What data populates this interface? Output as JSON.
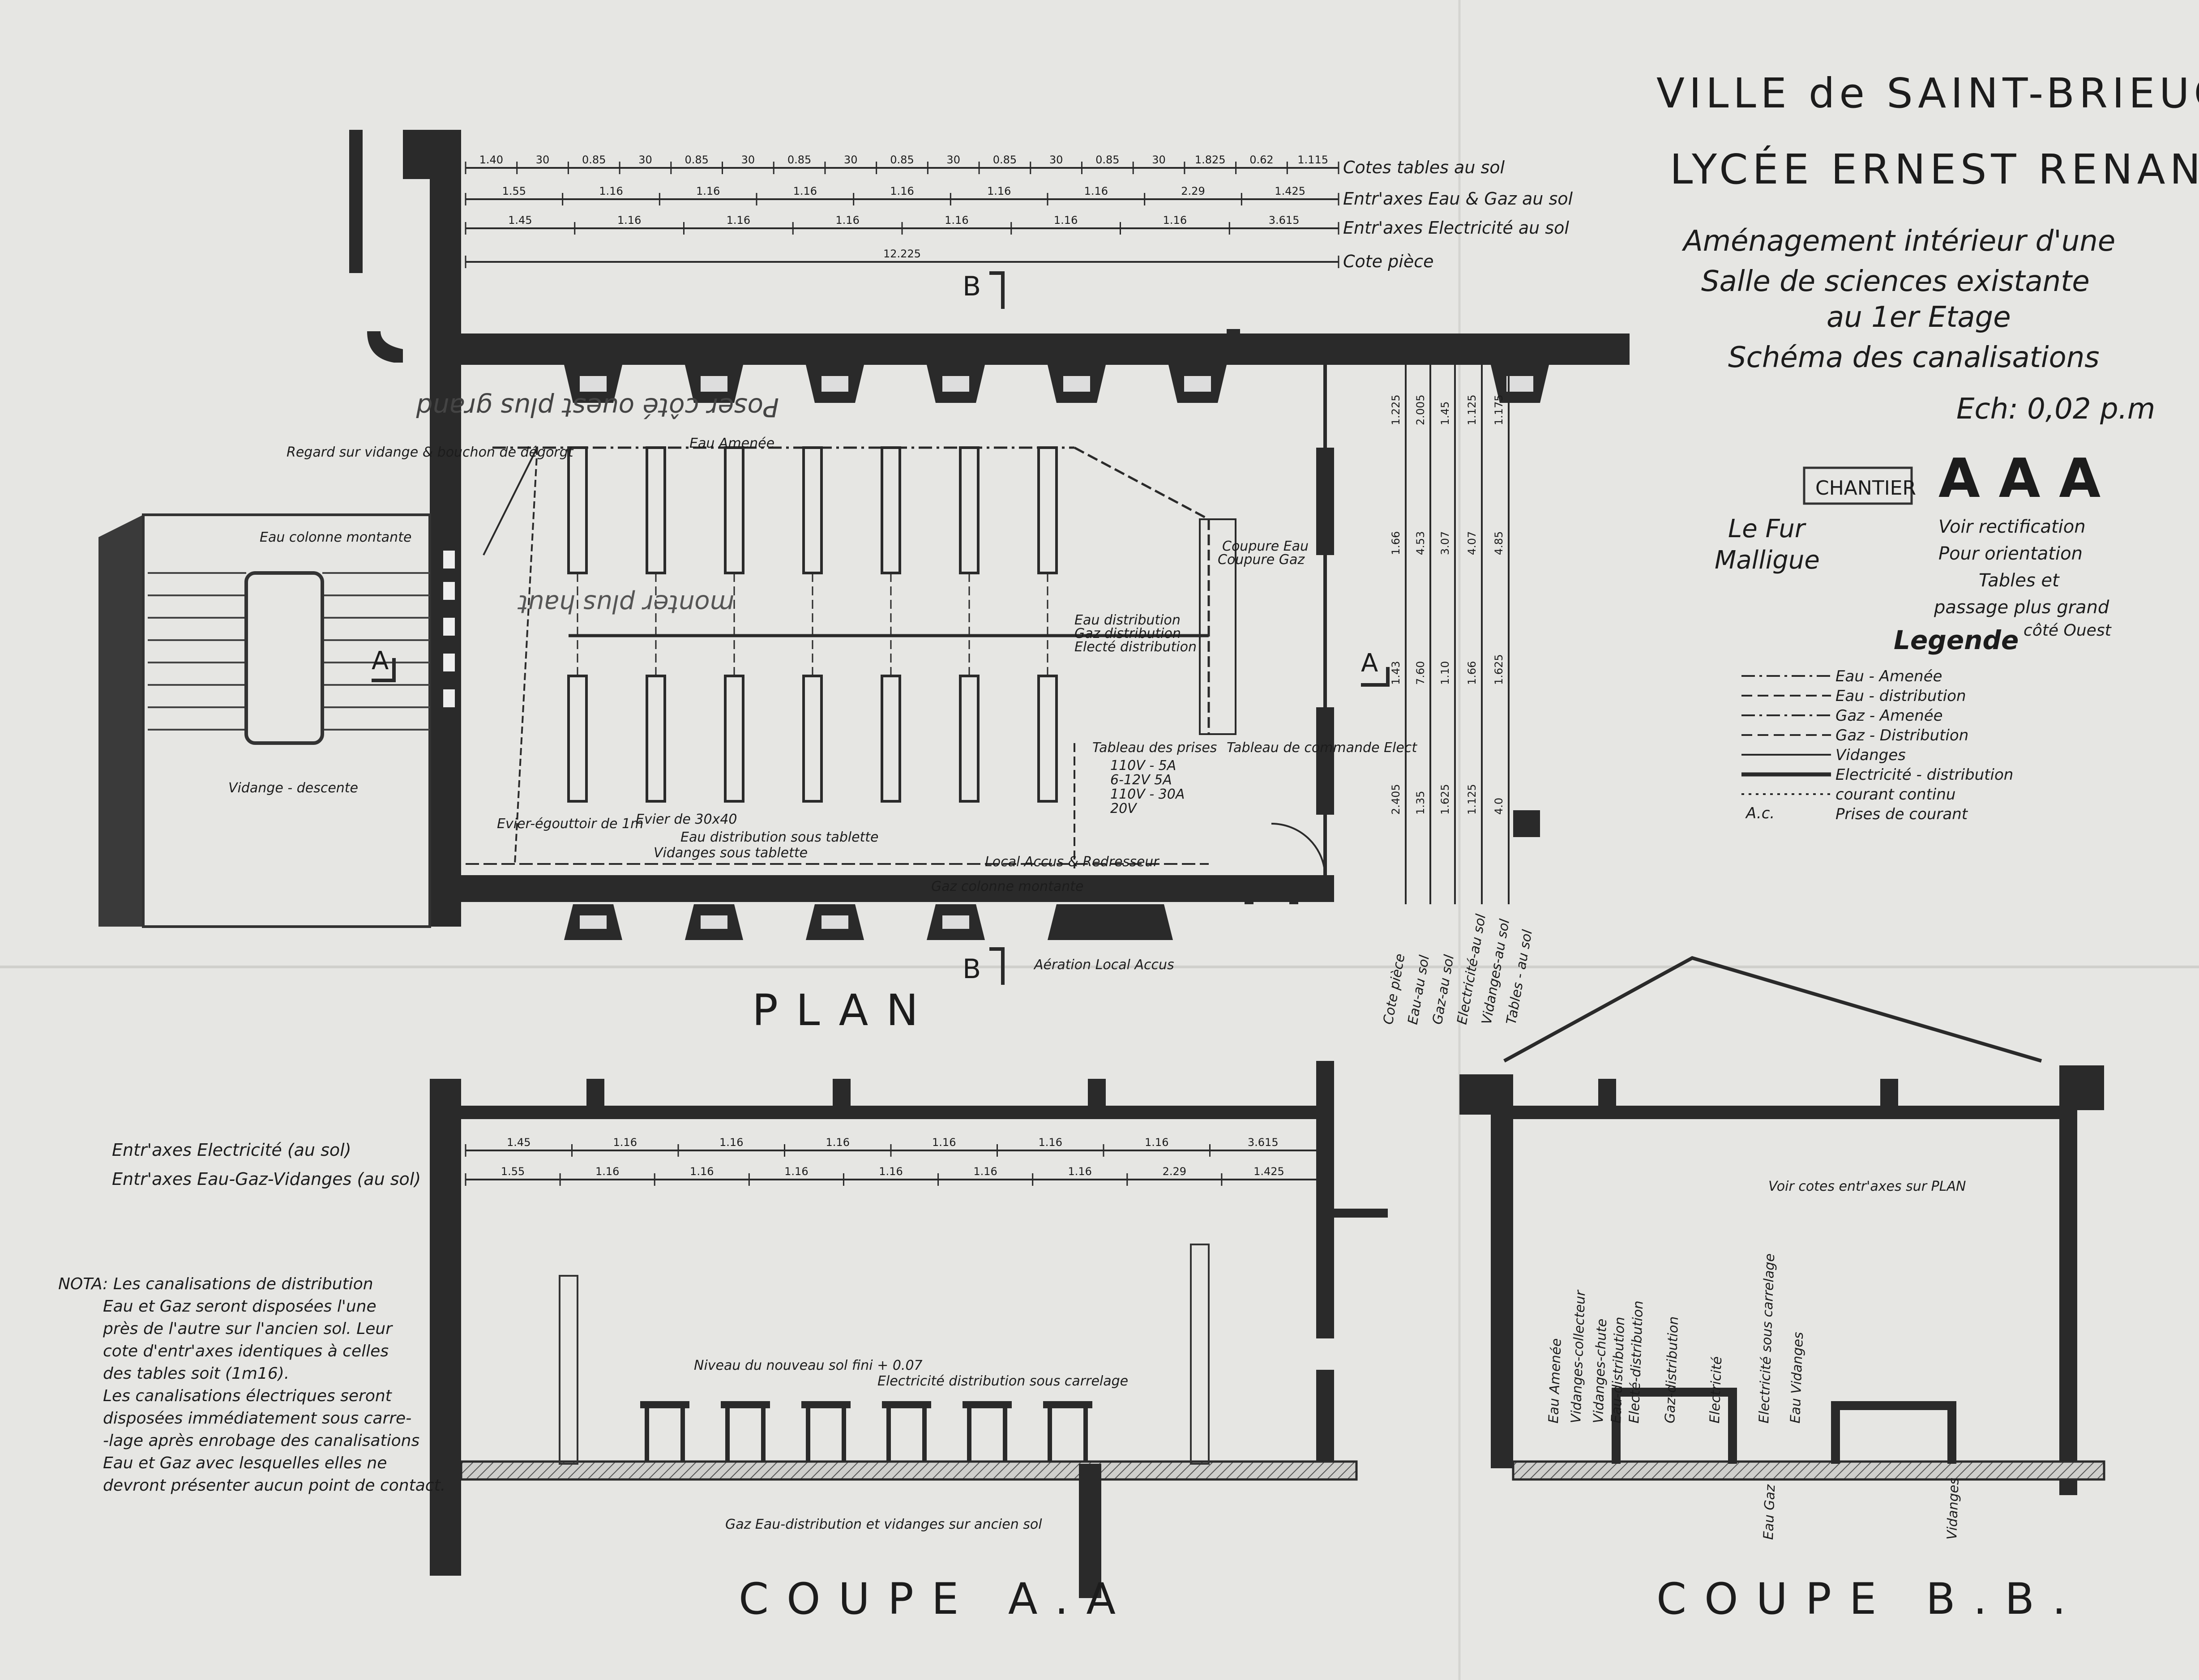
{
  "title_block": {
    "ville": "VILLE de SAINT-BRIEUC",
    "lycee": "LYCÉE ERNEST RENAN",
    "line1": "Aménagement intérieur d'une",
    "line2": "Salle de sciences existante",
    "line3": "au 1er Etage",
    "line4": "Schéma des canalisations",
    "scale": "Ech: 0,02 p.m"
  },
  "stamps": {
    "chantier": "CHANTIER",
    "aaa": "A A A",
    "signature": "Le Fur\nMalligue",
    "annotation": [
      "Voir rectification",
      "Pour orientation",
      "Tables et",
      "passage plus grand",
      "côté Ouest"
    ]
  },
  "legend": {
    "title": "Legende",
    "items": [
      {
        "label": "Eau - Amenée",
        "style": "dash-dot"
      },
      {
        "label": "Eau - distribution",
        "style": "dashed"
      },
      {
        "label": "Gaz - Amenée",
        "style": "dash-dot"
      },
      {
        "label": "Gaz - Distribution",
        "style": "dashed"
      },
      {
        "label": "Vidanges",
        "style": "solid"
      },
      {
        "label": "Electricité - distribution",
        "style": "thick"
      },
      {
        "label": "courant continu",
        "style": "dotted"
      },
      {
        "label": "Prises de courant",
        "style": "symbol"
      }
    ],
    "symbol_label": "A.c."
  },
  "plan": {
    "title": "PLAN",
    "dimension_rows": [
      {
        "label": "Cotes tables au sol",
        "values": [
          "1.40",
          "30",
          "0.85",
          "30",
          "0.85",
          "30",
          "0.85",
          "30",
          "0.85",
          "30",
          "0.85",
          "30",
          "0.85",
          "30",
          "1.825",
          "0.62",
          "1.115"
        ]
      },
      {
        "label": "Entr'axes Eau & Gaz au sol",
        "values": [
          "1.55",
          "1.16",
          "1.16",
          "1.16",
          "1.16",
          "1.16",
          "1.16",
          "2.29",
          "1.425"
        ]
      },
      {
        "label": "Entr'axes Electricité au sol",
        "values": [
          "1.45",
          "1.16",
          "1.16",
          "1.16",
          "1.16",
          "1.16",
          "1.16",
          "3.615"
        ]
      },
      {
        "label": "Cote pièce",
        "values": [
          "12.225"
        ]
      }
    ],
    "vertical_dims": [
      "1.225",
      "2.005",
      "1.45",
      "1.125",
      "1.175",
      "1.66",
      "4.53",
      "3.07",
      "4.07",
      "4.85",
      "1.43",
      "7.60",
      "1.10",
      "1.66",
      "1.625",
      "2.405",
      "1.35",
      "1.625",
      "1.125",
      "4.0"
    ],
    "vertical_labels": [
      "Cote pièce",
      "Eau-au sol",
      "Gaz-au sol",
      "Electricité-au sol",
      "Vidanges-au sol",
      "Tables - au sol"
    ],
    "section_markers": [
      "A",
      "A",
      "B",
      "B"
    ],
    "annotations": [
      "Regard sur vidange & bouchon de dégorgt",
      "Eau Amenée",
      "Eau colonne montante",
      "Vidange - descente",
      "Evier-égouttoir de 1m",
      "Evier de 30x40",
      "Eau distribution sous tablette",
      "Vidanges sous tablette",
      "Local Accus & Redresseur",
      "Gaz colonne montante",
      "Aération Local Accus",
      "Coupure Eau",
      "Coupure Gaz",
      "Eau distribution",
      "Gaz distribution",
      "Electé distribution",
      "Tableau des prises",
      "Tableau de commande Elect",
      "Poser côté ouest plus grand",
      "monter plus haut"
    ],
    "socket_table": [
      "110V - 5A",
      "6-12V 5A",
      "110V - 30A",
      "20V"
    ]
  },
  "coupe_aa": {
    "title": "COUPE A.A",
    "dimension_rows": [
      {
        "label": "Entr'axes Electricité (au sol)",
        "values": [
          "1.45",
          "1.16",
          "1.16",
          "1.16",
          "1.16",
          "1.16",
          "1.16",
          "3.615"
        ]
      },
      {
        "label": "Entr'axes Eau-Gaz-Vidanges (au sol)",
        "values": [
          "1.55",
          "1.16",
          "1.16",
          "1.16",
          "1.16",
          "1.16",
          "1.16",
          "2.29",
          "1.425"
        ]
      }
    ],
    "annotations": [
      "Niveau du nouveau sol fini + 0.07",
      "Electricité distribution sous carrelage",
      "Gaz Eau-distribution et vidanges sur ancien sol"
    ]
  },
  "coupe_bb": {
    "title": "COUPE B.B.",
    "note": "Voir cotes entr'axes sur PLAN",
    "annotations": [
      "Eau Amenée",
      "Vidanges-collecteur",
      "Vidanges-chute",
      "Eau-distribution",
      "Electé-distribution",
      "Gaz-distribution",
      "Electricité",
      "Electricité sous carrelage",
      "Eau Vidanges",
      "Eau Gaz",
      "Vidanges"
    ]
  },
  "nota": [
    "NOTA: Les canalisations de distribution",
    "Eau et Gaz seront disposées l'une",
    "près de l'autre sur l'ancien sol. Leur",
    "cote d'entr'axes identiques à celles",
    "des tables soit (1m16).",
    "Les canalisations électriques seront",
    "disposées immédiatement sous carre-",
    "-lage après enrobage des canalisations",
    "Eau et Gaz avec lesquelles elles ne",
    "devront présenter aucun point de contact."
  ]
}
